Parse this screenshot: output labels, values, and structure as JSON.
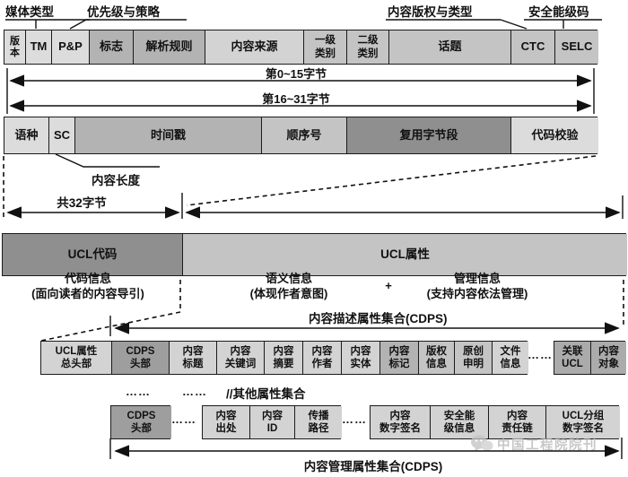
{
  "top_labels": {
    "media_type": "媒体类型",
    "priority": "优先级与策略",
    "copyright_type": "内容版权与类型",
    "security_level": "安全能级码"
  },
  "byte_row1": [
    "版\n本",
    "TM",
    "P&P",
    "标志",
    "解析规则",
    "内容来源",
    "一级\n类别",
    "二级\n类别",
    "话题",
    "CTC",
    "SELC"
  ],
  "byte_row2": [
    "语种",
    "SC",
    "时间戳",
    "顺序号",
    "复用字节段",
    "代码校验"
  ],
  "spans": {
    "bytes_0_15": "第0~15字节",
    "bytes_16_31": "第16~31字节",
    "content_length": "内容长度",
    "total_32": "共32字节"
  },
  "ucl_row": {
    "code": "UCL代码",
    "attr": "UCL属性"
  },
  "info_labels": {
    "code_info": "代码信息\n(面向读者的内容导引)",
    "semantic_info": "语义信息\n(体现作者意图)",
    "plus": "+",
    "mgmt_info": "管理信息\n(支持内容依法管理)"
  },
  "cdps_label": "内容描述属性集合(CDPS)",
  "attr_row1": [
    "UCL属性\n总头部",
    "CDPS\n头部",
    "内容\n标题",
    "内容\n关键词",
    "内容\n摘要",
    "内容\n作者",
    "内容\n实体",
    "内容\n标记",
    "版权\n信息",
    "原创\n申明",
    "文件\n信息"
  ],
  "attr_row1_tail": [
    "关联\nUCL",
    "内容\n对象"
  ],
  "dots": "……",
  "other_sets_label": "//其他属性集合",
  "attr_row2_head": "CDPS\n头部",
  "attr_row2_a": [
    "内容\n出处",
    "内容\nID",
    "传播\n路径"
  ],
  "attr_row2_b": [
    "内容\n数字签名",
    "安全能\n级信息",
    "内容\n责任链",
    "UCL分组\n数字签名"
  ],
  "mgmt_label": "内容管理属性集合(CDPS)",
  "watermark": "中国工程院院刊",
  "colors": {
    "border": "#1b1b1b",
    "cell_light": "#dcdcdc",
    "cell_mid": "#c4c4c4",
    "cell_mid_dark": "#b3b3b3",
    "cell_dark": "#8f8f8f",
    "header_dark": "#9e9e9e",
    "assoc_bg": "#ababab",
    "ucl_attr_bg": "#c4c4c4",
    "watermark_gray": "#b5b5b5"
  }
}
